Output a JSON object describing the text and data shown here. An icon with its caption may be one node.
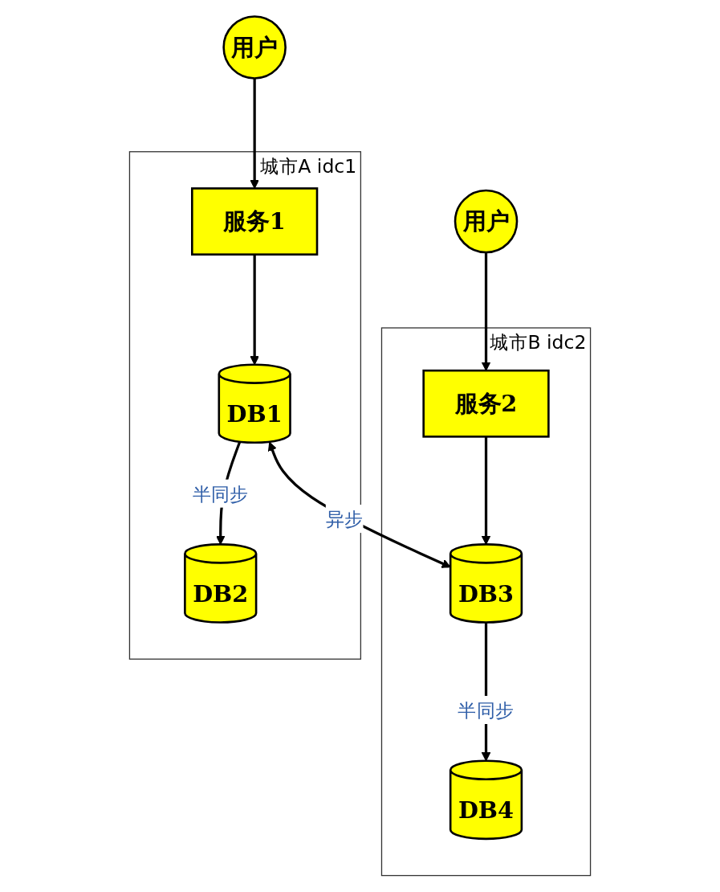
{
  "diagram": {
    "nodes": [
      {
        "text": [
          "用户"
        ]
      },
      {
        "text": [
          "用户"
        ]
      },
      {
        "text": [
          "城市A idc1"
        ]
      },
      {
        "text": [
          "服务1"
        ],
        "in": 2
      },
      {
        "text": [
          "DB1"
        ],
        "in": 2
      },
      {
        "text": [
          "DB2"
        ],
        "in": 2
      },
      {
        "text": [
          "城市B idc2"
        ]
      },
      {
        "text": [
          "服务2"
        ],
        "in": 6
      },
      {
        "text": [
          "DB3"
        ],
        "in": 6
      },
      {
        "text": [
          "DB4"
        ],
        "in": 6
      }
    ],
    "edges": [
      {
        "from": 0,
        "to": 3,
        "arrow": "to"
      },
      {
        "from": 3,
        "to": 4,
        "arrow": "to"
      },
      {
        "from": 4,
        "to": 5,
        "label": "半同步",
        "arrow": "to"
      },
      {
        "from": 1,
        "to": 7,
        "arrow": "to"
      },
      {
        "from": 7,
        "to": 8,
        "arrow": "to"
      },
      {
        "from": 8,
        "to": 9,
        "label": "半同步",
        "arrow": "to"
      },
      {
        "from": 4,
        "to": 8,
        "label": "异步",
        "arrow": "both"
      }
    ]
  }
}
